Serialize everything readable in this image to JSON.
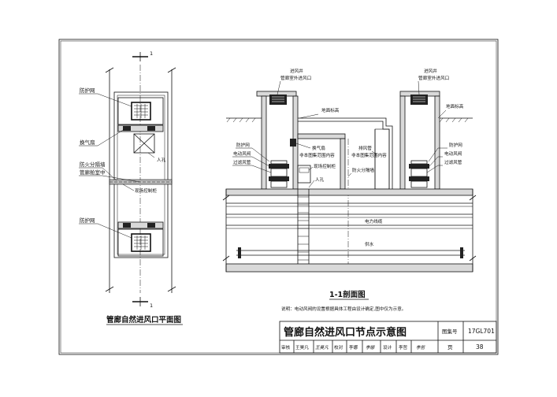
{
  "plan": {
    "section_mark": "1",
    "title": "管廊自然进风口平面图",
    "labels": {
      "guard_net_top": "防护网",
      "vent_fan": "换气扇",
      "manhole": "人孔",
      "fire_wall": "防火分隔墙",
      "corridor_center": "管廊舱室中",
      "control_cabinet": "现场控制柜",
      "guard_net_bottom": "防护网"
    }
  },
  "section": {
    "title": "1-1剖面图",
    "labels": {
      "inlet_well_left": "进风井",
      "outdoor_inlet_left": "管廊室外进风口",
      "inlet_well_right": "进风井",
      "outdoor_inlet_right": "管廊室外进风口",
      "ground_left": "地面标高",
      "ground_right": "地面标高",
      "guard_net_left": "防护网",
      "electric_damper_left": "电动风阀",
      "filter_pipe_left": "过滤风管",
      "vent_fan": "换气扇",
      "vent_fan_note": "非本图集范围内容",
      "control_cabinet": "现场控制柜",
      "manhole": "人孔",
      "drain_pipe": "排风管",
      "drain_pipe_note": "非本图集范围内容",
      "fire_wall": "防火分隔墙",
      "guard_net_right": "防护网",
      "electric_damper_right": "电动风阀",
      "filter_pipe_right": "过滤风管",
      "power_cable": "电力线缆",
      "water_supply": "供水"
    }
  },
  "note": "说明：电动风阀的设置根据具体工程由设计确定,图中仅为示意。",
  "title_block": {
    "drawing_title": "管廊自然进风口节点示意图",
    "atlas_label": "图集号",
    "atlas_no": "17GL701",
    "review_label": "审核",
    "reviewer": "王昊凡",
    "reviewer_sig": "王昊凡",
    "check_label": "校对",
    "checker": "李娜",
    "checker_sig": "李娜",
    "design_label": "设计",
    "designer": "李哲",
    "designer_sig": "李哲",
    "page_label": "页",
    "page_no": "38"
  }
}
